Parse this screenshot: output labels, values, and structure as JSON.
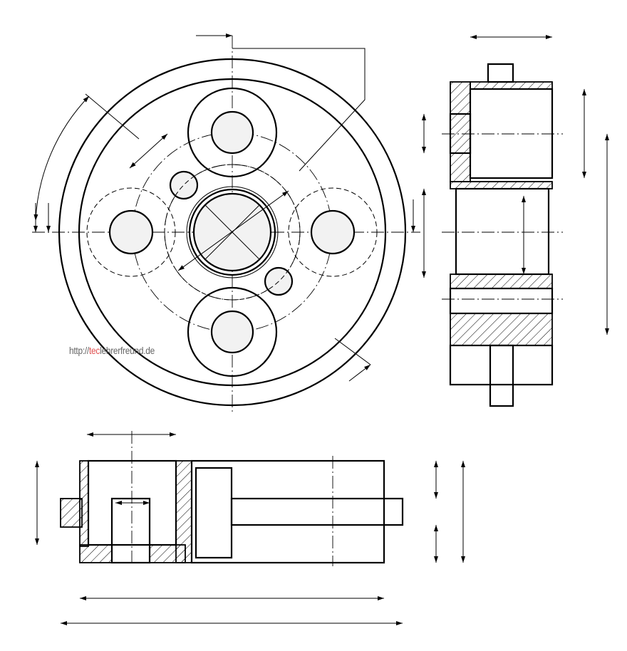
{
  "watermark": {
    "prefix": "http://",
    "highlight": "tec",
    "suffix": "lehrerfreund.de"
  },
  "colors": {
    "line": "#000000",
    "hole_fill": "#f2f2f2",
    "watermark": "#666666",
    "watermark_accent": "#e05050"
  }
}
